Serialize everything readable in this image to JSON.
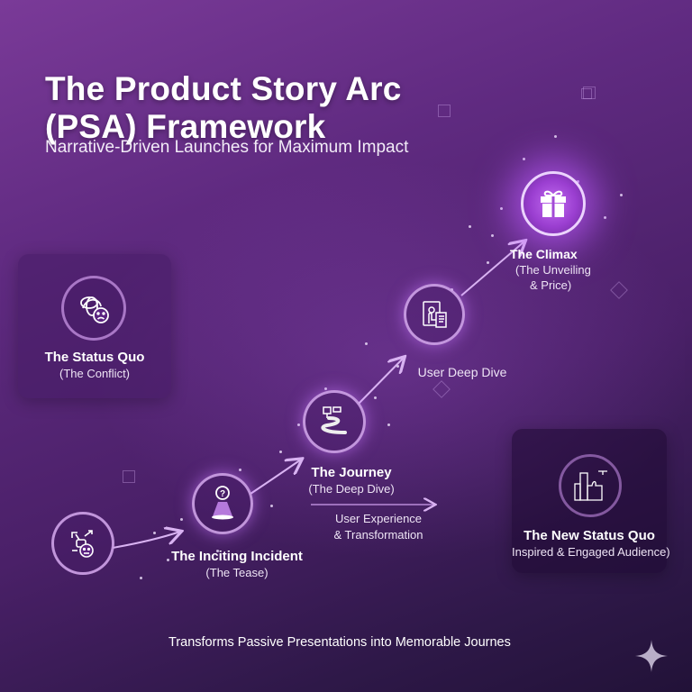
{
  "header": {
    "title_line1": "The Product Story Arc",
    "title_line2": "(PSA) Framework",
    "subtitle": "Narrative-Driven Launches for Maximum Impact"
  },
  "stages": [
    {
      "id": "status-quo",
      "title": "The Status Quo",
      "subtitle": "(The Conflict)",
      "icon": "tangled-knot-sad-face-icon"
    },
    {
      "id": "start",
      "icon": "confused-person-arrows-icon"
    },
    {
      "id": "inciting-incident",
      "title": "The Inciting Incident",
      "subtitle": "(The Tease)",
      "icon": "spotlight-question-icon"
    },
    {
      "id": "journey",
      "title": "The Journey",
      "subtitle": "(The Deep Dive)",
      "icon": "winding-road-icon",
      "note_line1": "User Experience",
      "note_line2": "& Transformation"
    },
    {
      "id": "user-deep-dive",
      "title": "User Deep Dive",
      "icon": "tablet-touch-icon"
    },
    {
      "id": "climax",
      "title": "The Climax",
      "subtitle_line1": "(The Unveiling",
      "subtitle_line2": "& Price)",
      "icon": "gift-icon"
    },
    {
      "id": "new-status-quo",
      "title": "The New Status Quo",
      "subtitle": "Inspired & Engaged Audience)",
      "icon": "city-thumbs-up-drone-icon"
    }
  ],
  "footer": {
    "tagline": "Transforms Passive Presentations into Memorable Journes"
  },
  "colors": {
    "bg_top": "#7a3a98",
    "bg_bottom": "#221238",
    "accent": "#d7aaf0",
    "climax_glow": "#c26cf0"
  }
}
